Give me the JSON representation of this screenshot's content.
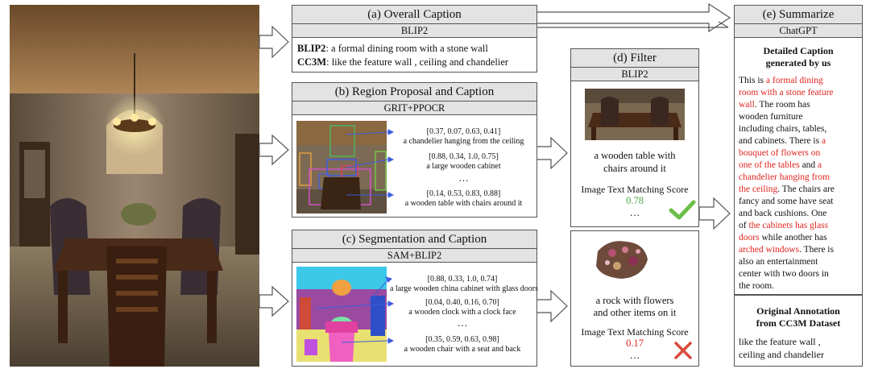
{
  "overall": {
    "title": "(a) Overall Caption",
    "model": "BLIP2",
    "line1_label": "BLIP2",
    "line1_text": ": a formal dining room with a stone wall",
    "line2_label": "CC3M",
    "line2_text": ": like the feature wall , ceiling and chandelier"
  },
  "region": {
    "title": "(b) Region Proposal and Caption",
    "model": "GRIT+PPOCR",
    "items": [
      {
        "coords": "[0.37, 0.07, 0.63, 0.41]",
        "caption": "a chandelier hanging from the ceiling"
      },
      {
        "coords": "[0.88, 0.34, 1.0, 0.75]",
        "caption": "a large wooden cabinet"
      },
      {
        "coords": "[0.14, 0.53, 0.83, 0.88]",
        "caption": "a wooden table with chairs around it"
      }
    ],
    "ellipsis": "…"
  },
  "segmentation": {
    "title": "(c) Segmentation and Caption",
    "model": "SAM+BLIP2",
    "items": [
      {
        "coords": "[0.88, 0.33, 1.0, 0.74]",
        "caption": "a large wooden china cabinet with glass doors"
      },
      {
        "coords": "[0.04, 0.40, 0.16, 0.70]",
        "caption": "a wooden clock with a clock face"
      },
      {
        "coords": "[0.35, 0.59, 0.63, 0.98]",
        "caption": "a wooden chair with a seat and back"
      }
    ],
    "ellipsis": "…"
  },
  "filter": {
    "title": "(d) Filter",
    "model": "BLIP2",
    "top": {
      "caption_l1": "a wooden table with",
      "caption_l2": "chairs around it",
      "score_label": "Image Text Matching Score",
      "score": "0.78",
      "ellipsis": "…"
    },
    "bottom": {
      "caption_l1": "a rock with flowers",
      "caption_l2": "and other items on it",
      "score_label": "Image Text Matching Score",
      "score": "0.17",
      "ellipsis": "…"
    },
    "colors": {
      "pass": "#4ca848",
      "fail": "#e0251f"
    }
  },
  "summarize": {
    "title": "(e) Summarize",
    "model": "ChatGPT",
    "detailed_title_l1": "Detailed Caption",
    "detailed_title_l2": "generated by us",
    "detailed_lines": [
      [
        {
          "t": "This is ",
          "r": false
        },
        {
          "t": "a formal dining",
          "r": true
        }
      ],
      [
        {
          "t": "room with a stone feature",
          "r": true
        }
      ],
      [
        {
          "t": "wall",
          "r": true
        },
        {
          "t": ". The room has",
          "r": false
        }
      ],
      [
        {
          "t": "wooden furniture",
          "r": false
        }
      ],
      [
        {
          "t": "including chairs, tables,",
          "r": false
        }
      ],
      [
        {
          "t": "and cabinets. There is ",
          "r": false
        },
        {
          "t": "a",
          "r": true
        }
      ],
      [
        {
          "t": "bouquet of flowers on",
          "r": true
        }
      ],
      [
        {
          "t": "one of the tables",
          "r": true
        },
        {
          "t": " and ",
          "r": false
        },
        {
          "t": "a",
          "r": true
        }
      ],
      [
        {
          "t": "chandelier hanging from",
          "r": true
        }
      ],
      [
        {
          "t": "the ceiling",
          "r": true
        },
        {
          "t": ". The chairs are",
          "r": false
        }
      ],
      [
        {
          "t": "fancy and some have seat",
          "r": false
        }
      ],
      [
        {
          "t": "and back cushions. One",
          "r": false
        }
      ],
      [
        {
          "t": "of ",
          "r": false
        },
        {
          "t": "the cabinets has glass",
          "r": true
        }
      ],
      [
        {
          "t": "doors",
          "r": true
        },
        {
          "t": " while another has",
          "r": false
        }
      ],
      [
        {
          "t": "arched windows",
          "r": true
        },
        {
          "t": ". There is",
          "r": false
        }
      ],
      [
        {
          "t": "also an entertainment",
          "r": false
        }
      ],
      [
        {
          "t": "center with two doors in",
          "r": false
        }
      ],
      [
        {
          "t": "the room.",
          "r": false
        }
      ]
    ],
    "original_title_l1": "Original Annotation",
    "original_title_l2": "from CC3M Dataset",
    "original_l1": "like the feature wall ,",
    "original_l2": "ceiling and chandelier"
  }
}
